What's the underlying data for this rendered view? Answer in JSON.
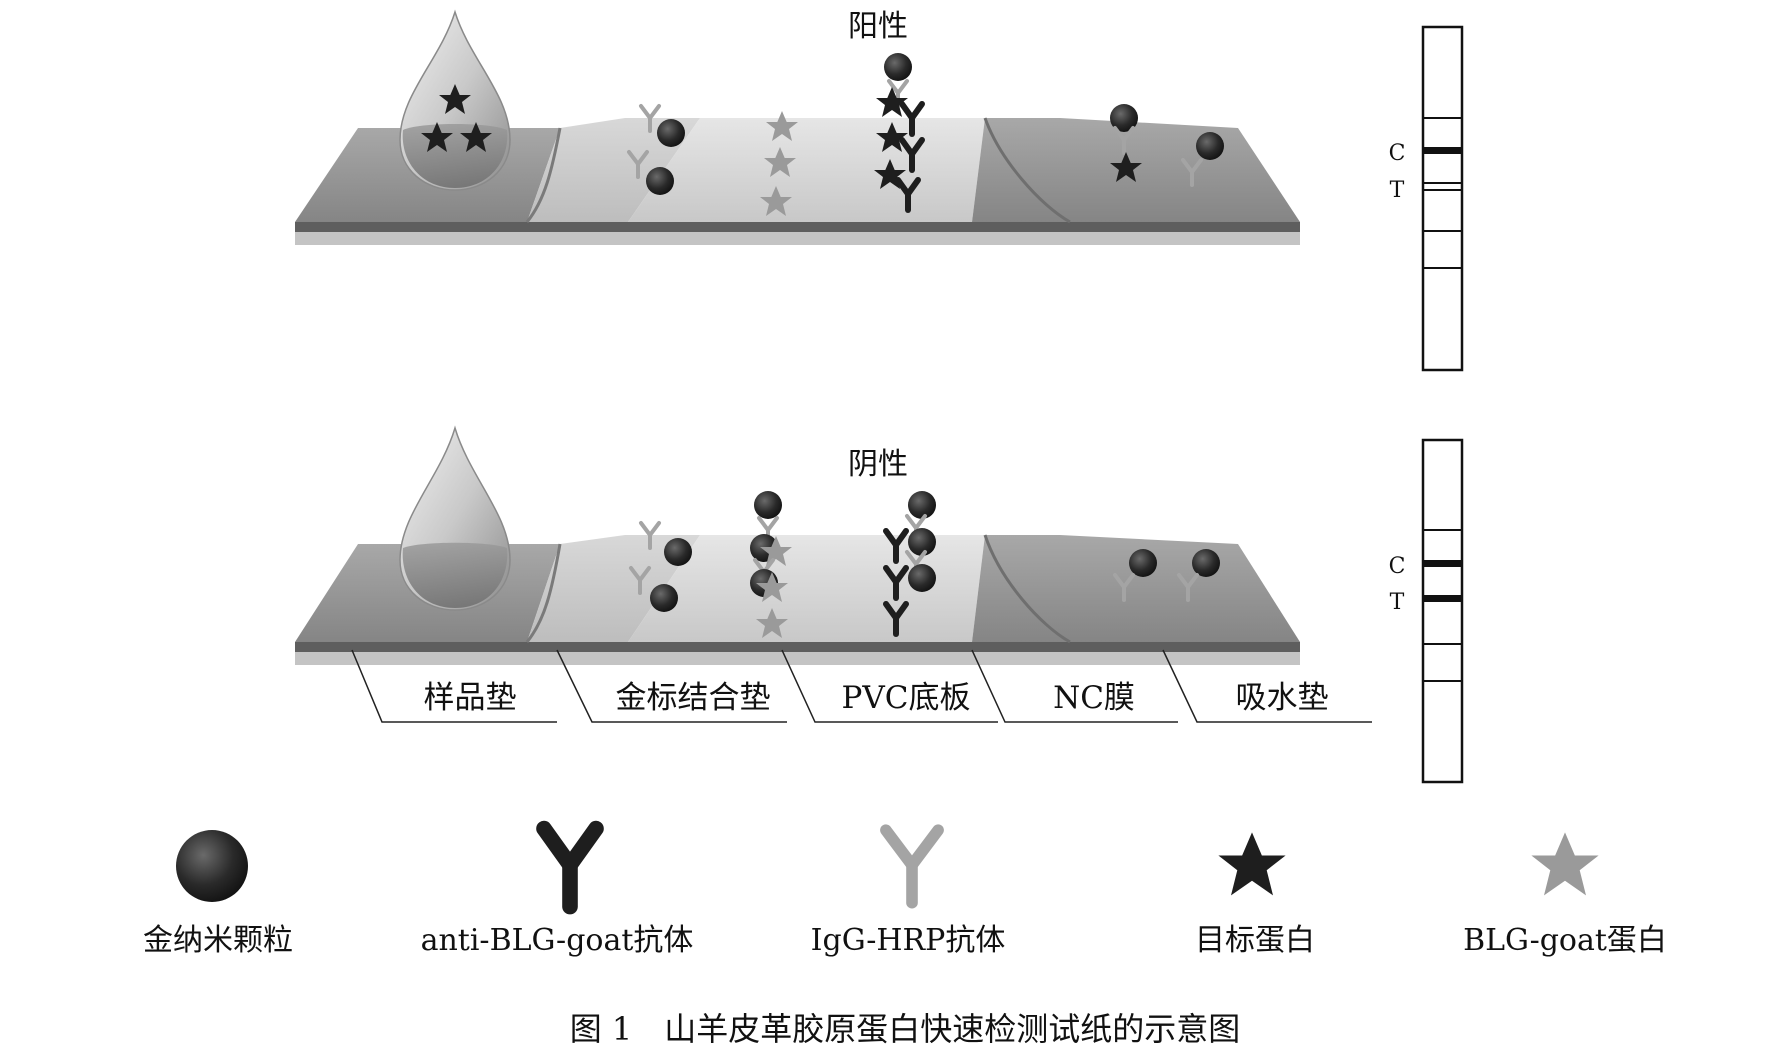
{
  "panels": {
    "positive": {
      "title": "阳性"
    },
    "negative": {
      "title": "阴性"
    }
  },
  "strip_zones": [
    "样品垫",
    "金标结合垫",
    "PVC底板",
    "NC膜",
    "吸水垫"
  ],
  "result_strip": {
    "c_label": "C",
    "t_label": "T"
  },
  "legend": [
    {
      "icon": "gold-nanoparticle-icon",
      "label": "金纳米颗粒"
    },
    {
      "icon": "dark-antibody-icon",
      "label": "anti-BLG-goat抗体"
    },
    {
      "icon": "light-antibody-icon",
      "label": "IgG-HRP抗体"
    },
    {
      "icon": "dark-star-icon",
      "label": "目标蛋白"
    },
    {
      "icon": "light-star-icon",
      "label": "BLG-goat蛋白"
    }
  ],
  "caption": "图 1　山羊皮革胶原蛋白快速检测试纸的示意图",
  "colors": {
    "dark": "#1e1e1e",
    "light": "#9a9a9a",
    "pad": "#9b9b9b",
    "membrane": "#d4d4d4",
    "base": "#6b6b6b"
  }
}
